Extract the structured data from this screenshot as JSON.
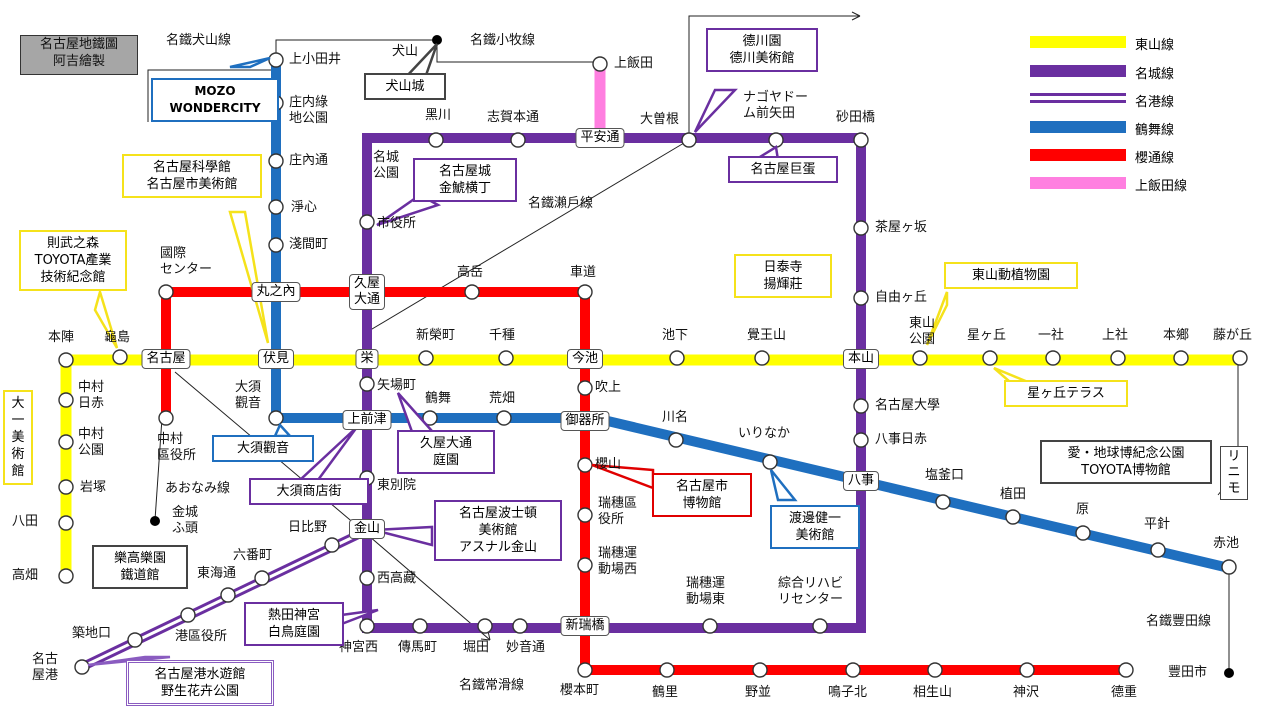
{
  "title": "名古屋地鐵圖\n阿吉繪製",
  "legend": [
    {
      "label": "東山線",
      "color": "#ffff00",
      "style": "solid"
    },
    {
      "label": "名城線",
      "color": "#6a2fa0",
      "style": "solid"
    },
    {
      "label": "名港線",
      "color": "#6a2fa0",
      "style": "double"
    },
    {
      "label": "鶴舞線",
      "color": "#1f6fbf",
      "style": "solid"
    },
    {
      "label": "櫻通線",
      "color": "#ff0000",
      "style": "solid"
    },
    {
      "label": "上飯田線",
      "color": "#ff7fe0",
      "style": "solid"
    }
  ],
  "stations": {
    "hongjin": "本陣",
    "kamejima": "龜島",
    "nagoya": "名古屋",
    "fushimi": "伏見",
    "sakae": "栄",
    "shinsakaemachi": "新榮町",
    "chikusa": "千種",
    "imaike": "今池",
    "ikeshita": "池下",
    "kakuozan": "覺王山",
    "motoyama": "本山",
    "higashiyama_koen": "東山\n公園",
    "hoshigaoka": "星ヶ丘",
    "issha": "一社",
    "kamiyashiro": "上社",
    "hongo": "本鄉",
    "fujigaoka": "藤が丘",
    "nakamura_nisseki": "中村\n日赤",
    "nakamura_koen": "中村\n公園",
    "iwatsuka": "岩塚",
    "hatta": "八田",
    "takabata": "高畑",
    "kamiotai": "上小田井",
    "shonai_ryokuchi": "庄内綠\n地公園",
    "shonai_dori": "庄內通",
    "joshin": "淨心",
    "sengencho": "淺間町",
    "marunouchi": "丸之內",
    "osu_kannon": "大須\n觀音",
    "kamimaezu": "上前津",
    "tsurumai": "鶴舞",
    "arahata": "荒畑",
    "gokiso": "御器所",
    "kawana": "川名",
    "irinaka": "いりなか",
    "yagoto": "八事",
    "shiogamaguchi": "塩釜口",
    "ueda": "植田",
    "hara": "原",
    "hirabari": "平針",
    "akaike": "赤池",
    "kokusai_center": "國際\nセンター",
    "takaoka": "高岳",
    "kurumamichi": "車道",
    "kokusai_pos_label": "",
    "nakamura_kuyakusho": "中村\n區役所",
    "fukiage": "吹上",
    "sakurayama": "櫻山",
    "mizuho_kuyakusho": "瑞穗區\n役所",
    "mizuho_undojo_nishi": "瑞穗運\n動場西",
    "shin_mizuhobashi": "新瑞橋",
    "sakuramoto": "櫻本町",
    "tsurusato": "鶴里",
    "nonami": "野並",
    "narukokita": "鳴子北",
    "aioiyama": "相生山",
    "kamiyashiro2": "神沢",
    "tokushige": "德重",
    "meijo_koen": "名城\n公園",
    "shiyakusho": "市役所",
    "hisaya_odori": "久屋\n大通",
    "yabacho": "矢場町",
    "higashi_betsuin": "東別院",
    "kanayama": "金山",
    "nishi_takakura": "西高藏",
    "jingu_nishi": "神宮西",
    "temmacho": "傳馬町",
    "horita": "堀田",
    "myoon_dori": "妙音通",
    "mizuho_undojo_higashi": "瑞穗運\n動場東",
    "sogo_riha": "綜合リハビ\nリセンター",
    "yagoto_nisseki": "八事日赤",
    "nagoya_daigaku": "名古屋大學",
    "jiyugaoka": "自由ヶ丘",
    "chayagasaka": "茶屋ヶ坂",
    "sunadabashi": "砂田橋",
    "nagoya_dome": "ナゴヤドー\nム前矢田",
    "ozone": "大曽根",
    "heian_dori": "平安通",
    "shiga_hondori": "志賀本通",
    "kurokawa": "黑川",
    "kamiiida": "上飯田",
    "hibino": "日比野",
    "rokubancho": "六番町",
    "tokaidori": "東海通",
    "minato_kuyakusho": "港區役所",
    "tsukijiguchi": "築地口",
    "nagoyako": "名古\n屋港"
  },
  "other_lines": {
    "meitetsu_inuyama": "名鐵犬山線",
    "inuyama": "犬山",
    "meitetsu_komaki": "名鐵小牧線",
    "meitetsu_seto": "名鐵瀨戶線",
    "aonami": "あおなみ線",
    "kinjo_futo": "金城\nふ頭",
    "meitetsu_tokoname": "名鐵常滑線",
    "meitetsu_toyota": "名鐵豐田線",
    "toyotashi": "豐田市",
    "rimo": "リ\nニ\nモ"
  },
  "callouts": {
    "mozo": "MOZO\nWONDERCITY",
    "inuyama_castle": "犬山城",
    "tokugawa": "德川園\n德川美術館",
    "science_museum": "名古屋科學館\n名古屋市美術館",
    "castle": "名古屋城\n金鯱横丁",
    "bluefield": "名古屋巨蛋",
    "toyota_museum": "則武之森\nTOYOTA產業\n技術紀念館",
    "kakuozan_temple": "日泰寺\n揚輝莊",
    "zoo": "東山動植物園",
    "hoshigaoka_terrace": "星ヶ丘テラス",
    "daiichi": "大\n一\n美\n術\n館",
    "osu_kannon_box": "大須觀音",
    "osu_shotengai": "大須商店街",
    "hisaya_garden": "久屋大通\n庭園",
    "city_museum": "名古屋市\n博物館",
    "watanabe": "渡邊健一\n美術館",
    "expo": "愛・地球博紀念公園\nTOYOTA博物館",
    "boston": "名古屋波士頓\n美術館\nアスナル金山",
    "atsuta": "熱田神宮\n白鳥庭園",
    "sci_maglev": "樂高樂園\n鐵道館",
    "aquarium": "名古屋港水遊館\n野生花卉公園"
  }
}
